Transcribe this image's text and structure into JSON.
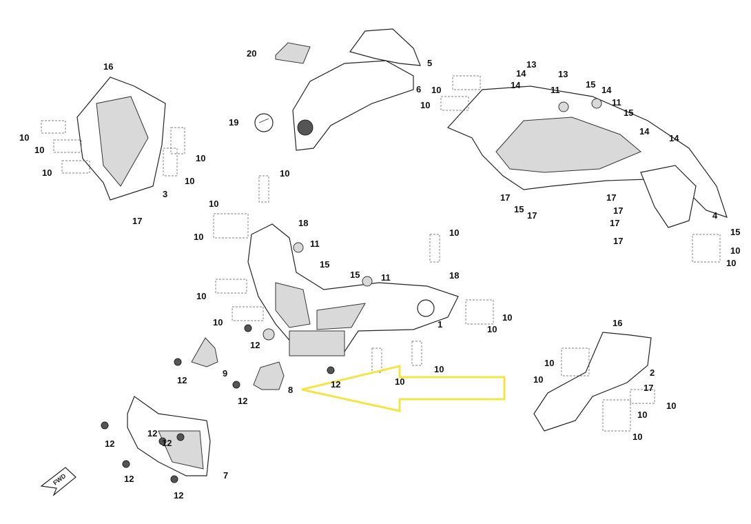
{
  "title": "Body panels exploded parts diagram",
  "callouts": [
    "20",
    "5",
    "6",
    "16",
    "19",
    "10",
    "10",
    "10",
    "10",
    "10",
    "3",
    "17",
    "10",
    "10",
    "14",
    "14",
    "13",
    "13",
    "11",
    "15",
    "14",
    "11",
    "15",
    "14",
    "14",
    "17",
    "15",
    "17",
    "17",
    "17",
    "17",
    "17",
    "4",
    "15",
    "10",
    "10",
    "10",
    "10",
    "10",
    "18",
    "11",
    "15",
    "15",
    "11",
    "10",
    "18",
    "10",
    "10",
    "1",
    "10",
    "10",
    "12",
    "9",
    "12",
    "12",
    "8",
    "12",
    "10",
    "10",
    "16",
    "2",
    "10",
    "10",
    "17",
    "10",
    "10",
    "10",
    "12",
    "12",
    "12",
    "7",
    "12",
    "12"
  ],
  "direction_badge": "FWD",
  "highlight": {
    "target_callout": "8",
    "color": "#f2e547"
  }
}
